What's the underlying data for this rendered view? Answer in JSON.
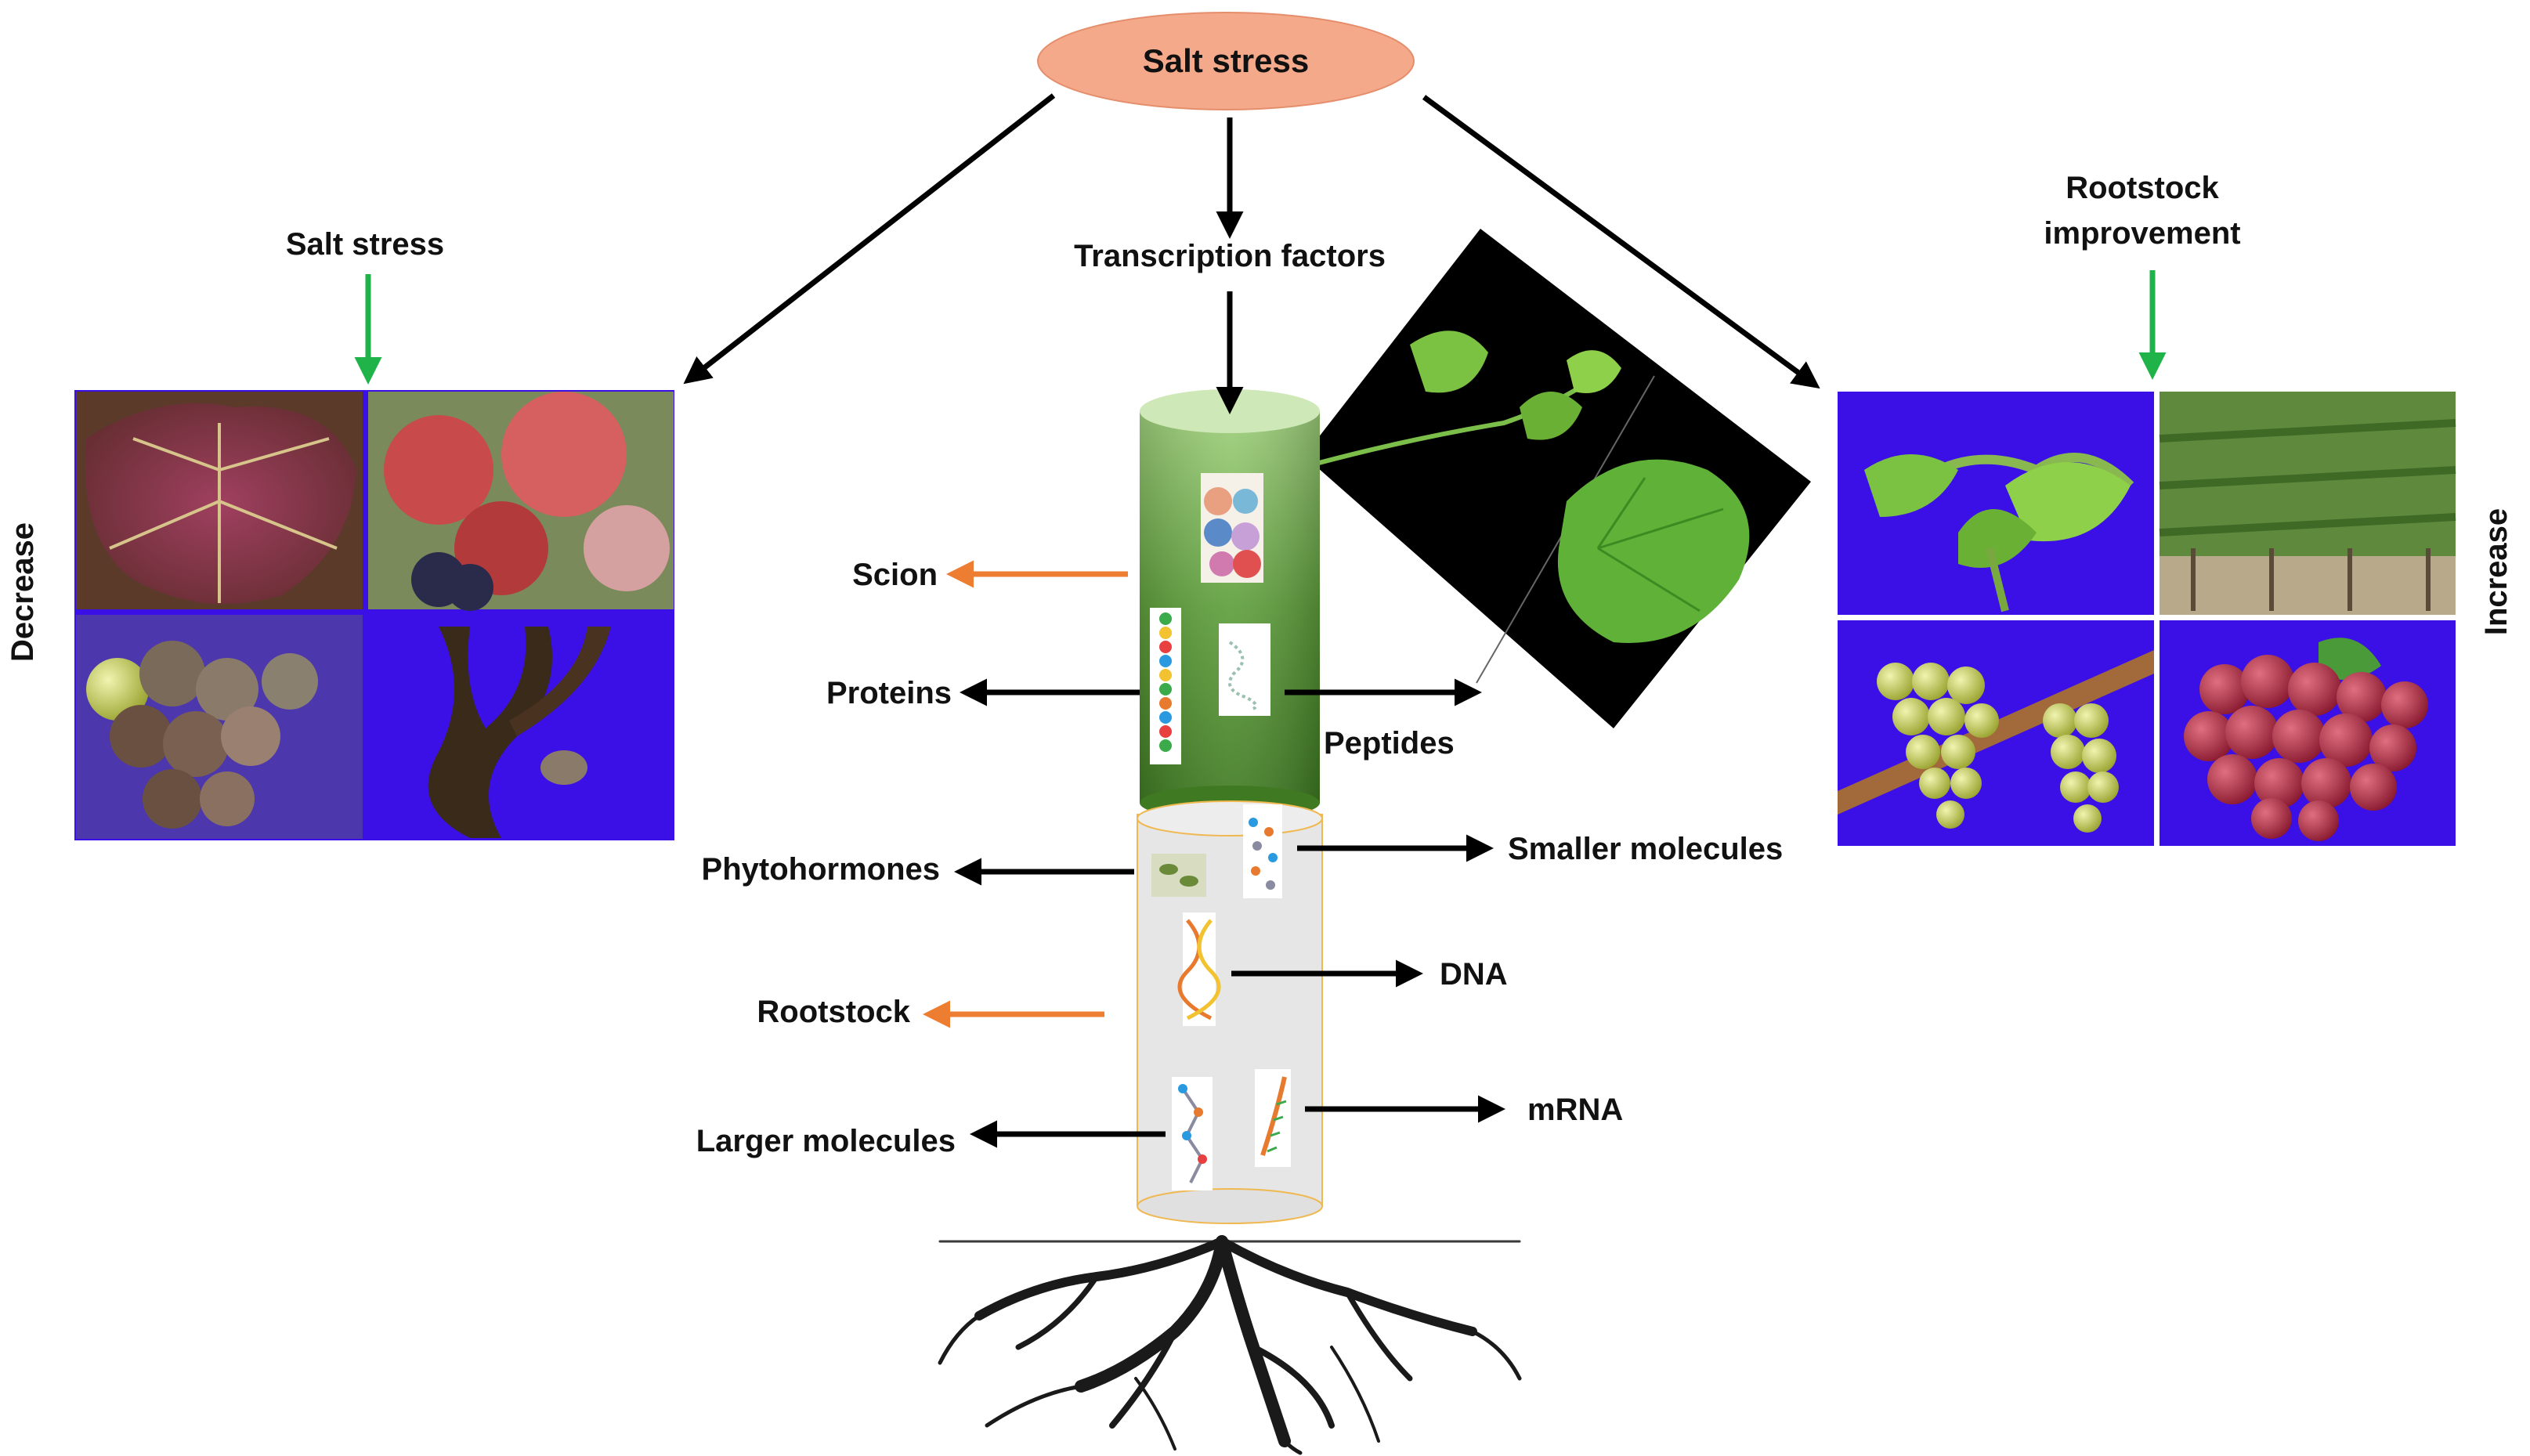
{
  "title": "Salt stress",
  "left_panel": {
    "label": "Salt stress",
    "side_label": "Decrease"
  },
  "right_panel": {
    "label_line1": "Rootstock",
    "label_line2": "improvement",
    "side_label": "Increase"
  },
  "center": {
    "top_label": "Transcription factors",
    "scion_label": "Scion",
    "rootstock_label": "Rootstock",
    "left_labels": {
      "proteins": "Proteins",
      "phytohormones": "Phytohormones",
      "larger_molecules": "Larger molecules"
    },
    "right_labels": {
      "peptides": "Peptides",
      "smaller_molecules": "Smaller molecules",
      "dna": "DNA",
      "mrna": "mRNA"
    }
  },
  "colors": {
    "title_ellipse": "#f4a98a",
    "scion_green": "#5a9a3a",
    "rootstock_gray": "#e6e6e6",
    "orange_arrow": "#ed7d31",
    "green_arrow": "#1fb34a",
    "photo_bg_blue": "#3b10e6"
  }
}
